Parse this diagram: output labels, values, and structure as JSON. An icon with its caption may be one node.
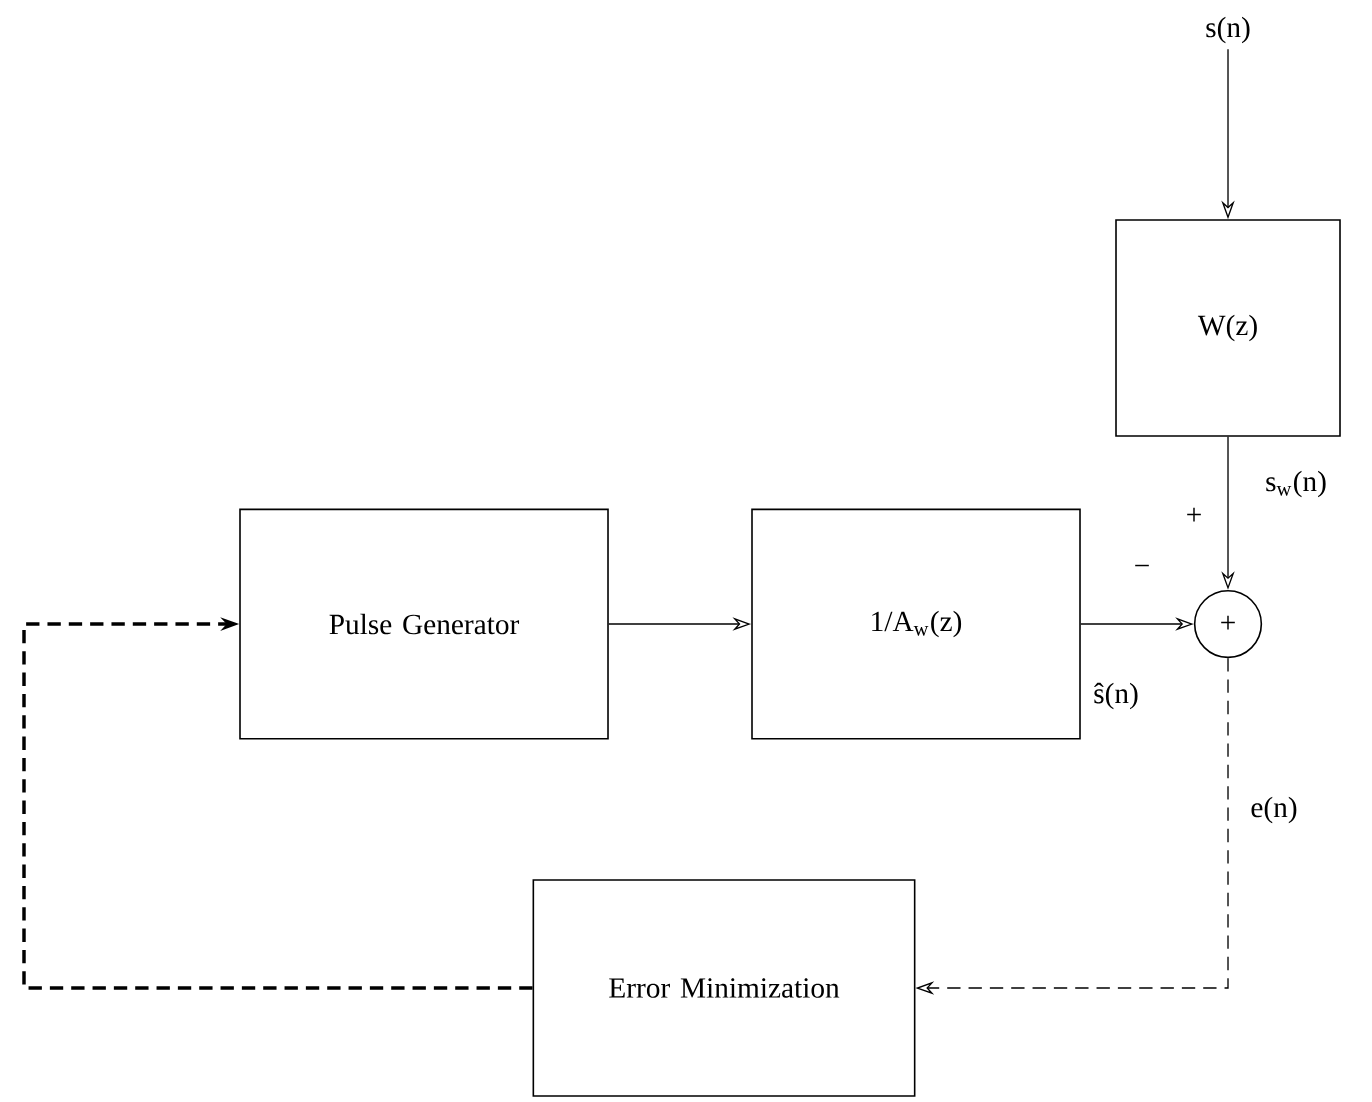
{
  "diagram": {
    "nodes": [
      {
        "text": [
          "s(n)"
        ]
      },
      {
        "text": [
          "W(z)"
        ]
      },
      {
        "text": [
          "Pulse Generator"
        ]
      },
      {
        "text": [
          "1/A$_{w}$(z)"
        ]
      },
      {
        "text": [
          "+"
        ]
      },
      {
        "text": [
          "Error Minimization"
        ]
      }
    ],
    "edges": [
      {
        "from": 0,
        "to": 1,
        "arrow": "to"
      },
      {
        "from": 1,
        "to": 4,
        "arrow": "to",
        "label": "s$_{w}$(n)"
      },
      {
        "from": 2,
        "to": 3,
        "arrow": "to"
      },
      {
        "from": 3,
        "to": 4,
        "arrow": "to",
        "label": "ŝ(n)"
      },
      {
        "from": 4,
        "to": 5,
        "arrow": "to",
        "label": "e(n)",
        "style": "dashed"
      },
      {
        "from": 5,
        "to": 2,
        "arrow": "to",
        "style": "dashed"
      }
    ],
    "labels": [
      "+",
      "−"
    ]
  }
}
